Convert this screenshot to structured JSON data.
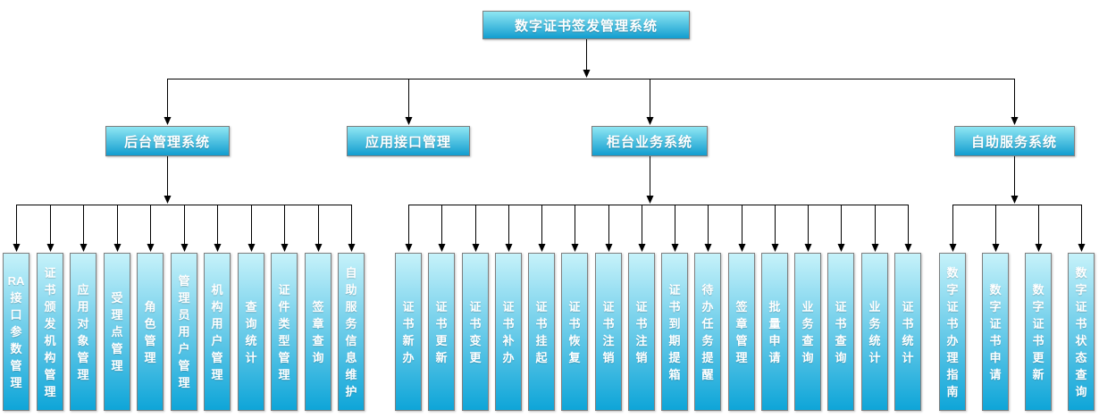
{
  "root": {
    "label": "数字证书签发管理系统"
  },
  "branches": [
    {
      "label": "后台管理系统",
      "children": [
        "RA接口参数管理",
        "证书颁发机构管理",
        "应用对象管理",
        "受理点管理",
        "角色管理",
        "管理员用户管理",
        "机构用户管理",
        "查询统计",
        "证件类型管理",
        "签章查询",
        "自助服务信息维护"
      ]
    },
    {
      "label": "应用接口管理",
      "children": []
    },
    {
      "label": "柜台业务系统",
      "children": [
        "证书新办",
        "证书更新",
        "证书变更",
        "证书补办",
        "证书挂起",
        "证书恢复",
        "证书注销",
        "证书注销",
        "证书到期提箱",
        "待办任务提醒",
        "签章管理",
        "批量申请",
        "业务查询",
        "证书查询",
        "业务统计",
        "证书统计"
      ]
    },
    {
      "label": "自助服务系统",
      "children": [
        "数字证书办理指南",
        "数字证书申请",
        "数字证书更新",
        "数字证书状态查询"
      ]
    }
  ],
  "colors": {
    "node_gradient_top": "#8FE6F3",
    "node_gradient_bottom": "#129DCF",
    "leaf_gradient_top": "#C6F2FA",
    "leaf_gradient_bottom": "#0EA5D8",
    "node_border": "#7F7F7F",
    "connector_line": "#000000",
    "text": "#FFFFFF",
    "background": "#FFFFFF"
  }
}
